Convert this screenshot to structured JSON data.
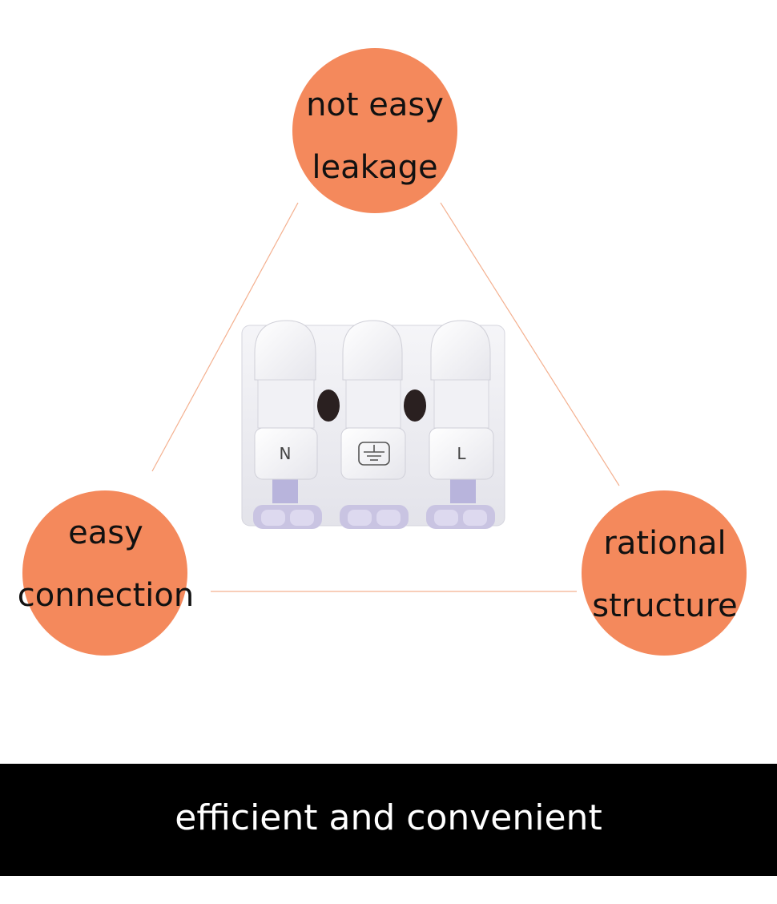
{
  "colors": {
    "accent": "#f4895c",
    "line": "#f4b08f",
    "bar": "#000000",
    "bar_text": "#ffffff",
    "circle_text": "#111111"
  },
  "features": {
    "top": {
      "line1": "not easy",
      "line2": "leakage"
    },
    "left": {
      "line1": "easy",
      "line2": "connection"
    },
    "right": {
      "line1": "rational",
      "line2": "structure"
    }
  },
  "product": {
    "image": "three-way wire connector",
    "lever_labels": [
      "N",
      "",
      "L"
    ],
    "center_symbol": "earth-ground-icon"
  },
  "footer": {
    "text": "efficient and convenient"
  }
}
